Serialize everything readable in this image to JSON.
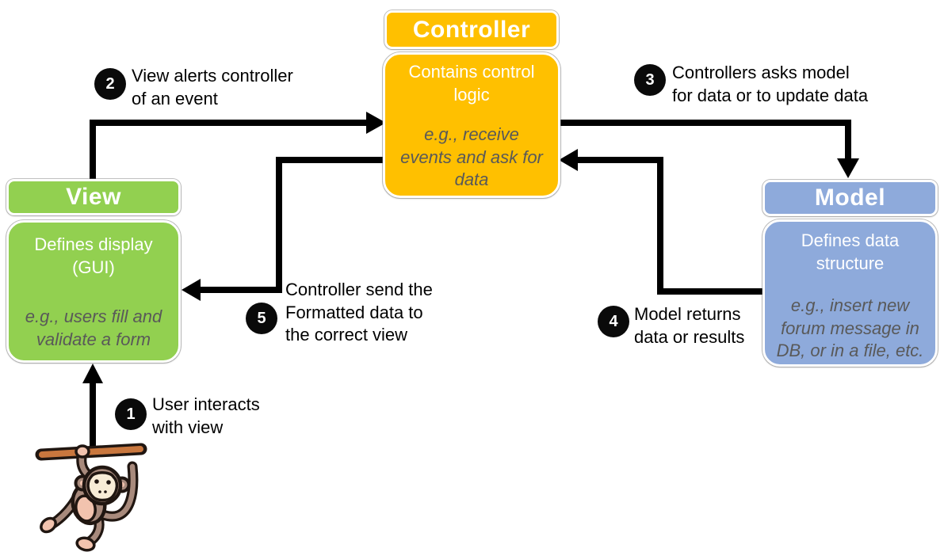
{
  "diagram": {
    "type": "mvc-architecture-flow",
    "colors": {
      "view_green": "#92D050",
      "controller_orange": "#FFC000",
      "model_blue": "#8EAADB",
      "arrow_black": "#000000",
      "step_circle_black": "#0a0a0a",
      "example_text_gray": "#595959",
      "body_text_white": "#ffffff"
    }
  },
  "boxes": {
    "controller": {
      "title": "Controller",
      "description": "Contains control\nlogic",
      "example": "e.g., receive\nevents and ask for\ndata"
    },
    "view": {
      "title": "View",
      "description": "Defines display\n(GUI)",
      "example": "e.g., users fill and\nvalidate a form"
    },
    "model": {
      "title": "Model",
      "description": "Defines data\nstructure",
      "example": "e.g., insert new\nforum message in\nDB, or in a file, etc."
    }
  },
  "steps": [
    {
      "num": "1",
      "text": "User interacts\nwith view"
    },
    {
      "num": "2",
      "text": "View alerts controller\nof an event"
    },
    {
      "num": "3",
      "text": "Controllers asks model\nfor data or to update data"
    },
    {
      "num": "4",
      "text": "Model returns\ndata or results"
    },
    {
      "num": "5",
      "text": "Controller send the\nFormatted data to\nthe correct view"
    }
  ],
  "arrows": [
    {
      "name": "user-to-view",
      "from": "monkey",
      "to": "view"
    },
    {
      "name": "view-to-controller",
      "from": "view",
      "to": "controller"
    },
    {
      "name": "controller-to-model",
      "from": "controller",
      "to": "model"
    },
    {
      "name": "model-to-controller",
      "from": "model",
      "to": "controller"
    },
    {
      "name": "controller-to-view",
      "from": "controller",
      "to": "view"
    }
  ],
  "illustration": {
    "name": "monkey-hanging-from-branch"
  }
}
